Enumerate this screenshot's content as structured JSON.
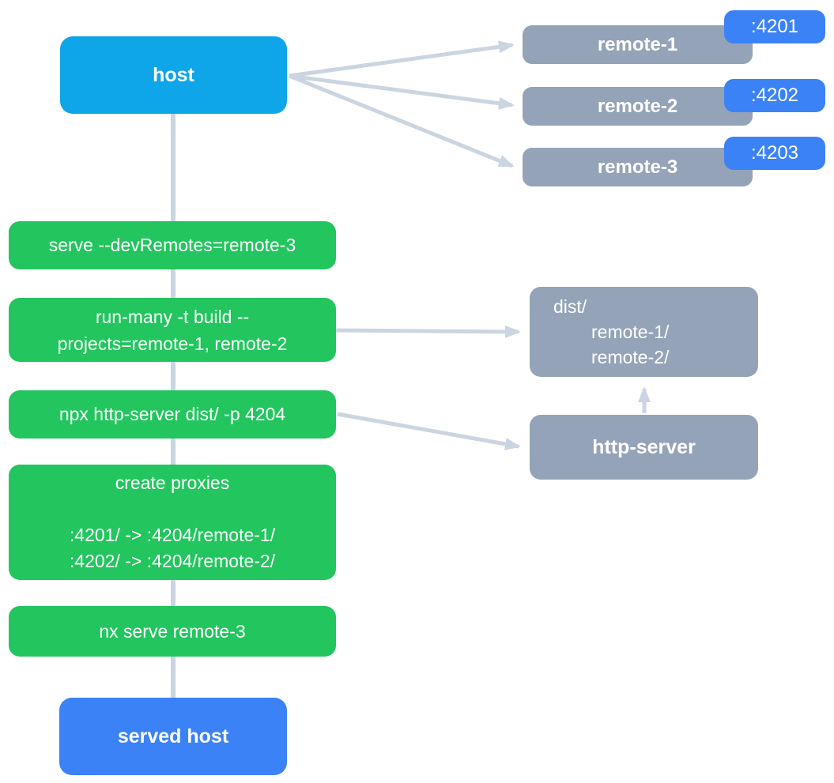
{
  "colors": {
    "host_bg": "#0ea5e9",
    "blue": "#3b82f6",
    "node_gray": "#94a3b8",
    "command_green": "#22c55e",
    "edge": "#cbd5e1",
    "text": "#ffffff"
  },
  "diagram": {
    "host": {
      "label": "host"
    },
    "served_host": {
      "label": "served host"
    },
    "remotes": [
      {
        "name": "remote-1",
        "port": ":4201"
      },
      {
        "name": "remote-2",
        "port": ":4202"
      },
      {
        "name": "remote-3",
        "port": ":4203"
      }
    ],
    "commands": {
      "serve": "serve --devRemotes=remote-3",
      "run_many_line1": "run-many -t build --",
      "run_many_line2": "projects=remote-1, remote-2",
      "http_server": "npx http-server dist/ -p 4204",
      "proxies_title": "create proxies",
      "proxy_1": ":4201/ -> :4204/remote-1/",
      "proxy_2": ":4202/ -> :4204/remote-2/",
      "nx_serve": "nx serve remote-3"
    },
    "dist": {
      "root": "dist/",
      "child_1": "remote-1/",
      "child_2": "remote-2/"
    },
    "http_server": {
      "label": "http-server"
    }
  }
}
